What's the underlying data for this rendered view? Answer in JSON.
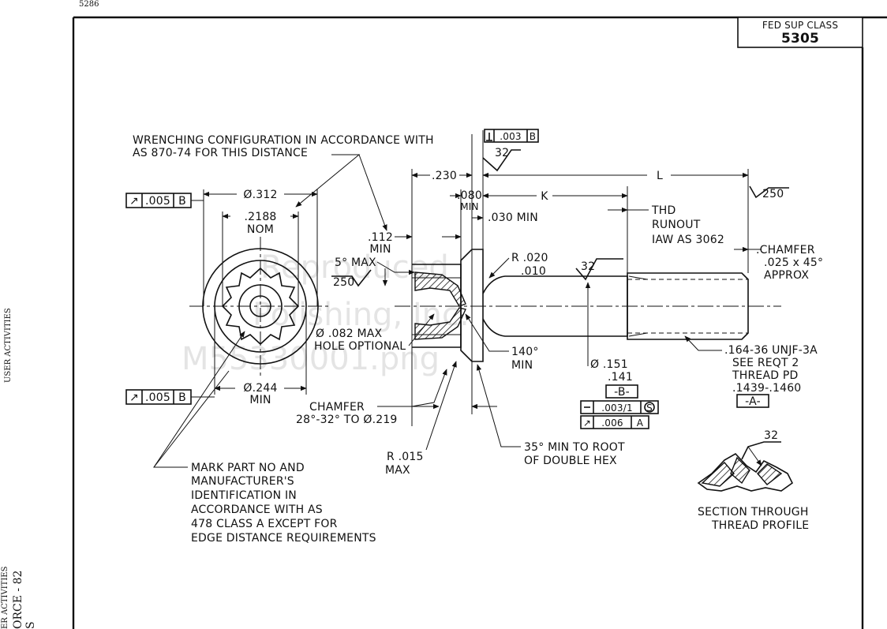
{
  "corner_code": "5286",
  "fed_sup_class": {
    "label": "FED SUP CLASS",
    "value": "5305"
  },
  "left_margin": {
    "top": "USER ACTIVITIES",
    "bottom_lines": [
      "ER ACTIVITIES",
      "ORCE - 82",
      "S"
    ]
  },
  "watermark": {
    "line1": "Reproduced",
    "line2": "Polishing, Inc.",
    "line3": "M55330001.png"
  },
  "head_view": {
    "frame_top": {
      "sym": "↗",
      "val": ".005",
      "datum": "B"
    },
    "frame_bottom": {
      "sym": "↗",
      "val": ".005",
      "datum": "B"
    },
    "dia_312": "Ø.312",
    "nom_2188_a": ".2188",
    "nom_2188_b": "NOM",
    "dia_244": "Ø.244",
    "min_244": "MIN"
  },
  "notes": {
    "wrench_1": "WRENCHING CONFIGURATION IN ACCORDANCE WITH",
    "wrench_2": "AS 870-74 FOR THIS DISTANCE",
    "mark": [
      "MARK PART NO AND",
      "MANUFACTURER'S",
      "IDENTIFICATION IN",
      "ACCORDANCE WITH AS",
      "478 CLASS A EXCEPT FOR",
      "EDGE DISTANCE REQUIREMENTS"
    ],
    "section_1": "SECTION THROUGH",
    "section_2": "THREAD PROFILE"
  },
  "side_view": {
    "perp_frame": {
      "val": ".003",
      "datum": "B"
    },
    "finish_32_top": "32",
    "dim_230": ".230",
    "dim_080": ".080",
    "dim_080_min": "MIN",
    "dim_k": "K",
    "dim_l": "L",
    "dim_030": ".030 MIN",
    "thd_runout": [
      "THD",
      "RUNOUT",
      "IAW AS 3062"
    ],
    "finish_250_top": "250",
    "dim_112": ".112",
    "dim_112_min": "MIN",
    "max_5": "5° MAX",
    "finish_250_left": "250",
    "r_020": "R .020",
    "r_010": ".010",
    "finish_32_mid": "32",
    "chamfer_right": [
      ".CHAMFER",
      ".025 x 45°",
      "APPROX"
    ],
    "hole_1": "Ø .082 MAX",
    "hole_2": "HOLE OPTIONAL",
    "angle_140": "140°",
    "angle_140_min": "MIN",
    "dia_151": "Ø .151",
    "dia_141": ".141",
    "datum_b": "-B-",
    "frame_conc": {
      "val": ".003/1",
      "mod": "S"
    },
    "frame_runout": {
      "sym": "↗",
      "val": ".006",
      "datum": "A"
    },
    "thread": [
      ".164-36 UNJF-3A",
      "SEE REQT 2",
      "THREAD PD",
      ".1439-.1460"
    ],
    "datum_a": "-A-",
    "chamfer_1": "CHAMFER",
    "chamfer_2": "28°-32° TO Ø.219",
    "r_015": "R .015",
    "r_015_max": "MAX",
    "min_35_1": "35° MIN TO ROOT",
    "min_35_2": "OF DOUBLE HEX",
    "finish_32_section": "32"
  }
}
